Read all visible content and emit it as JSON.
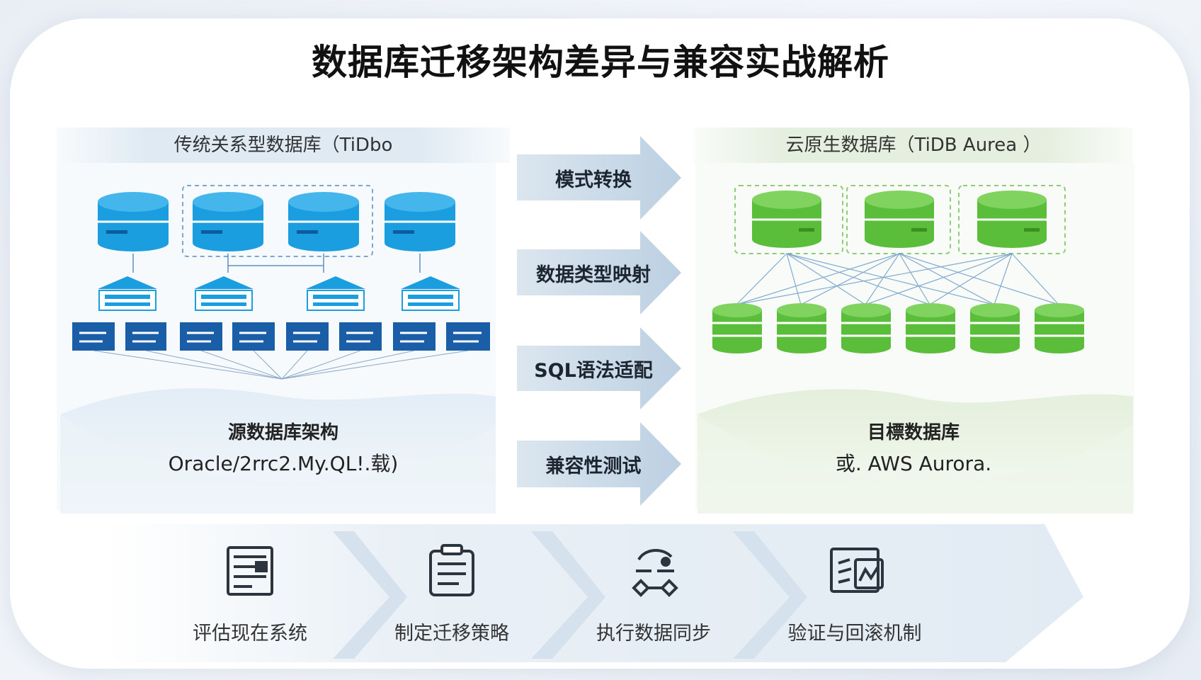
{
  "title": "数据库迁移架构差异与兼容实战解析",
  "source_panel": {
    "header": "传统关系型数据库（TiDbo",
    "caption_title": "源数据库架构",
    "caption_sub": "Oracle/2rrc2.My.QL!.载)"
  },
  "target_panel": {
    "header": "云原生数据库（TiDB Aurea ）",
    "caption_title": "目標数据库",
    "caption_sub": "或. AWS Aurora."
  },
  "migration_steps": [
    {
      "label": "模式转换"
    },
    {
      "label": "数据类型映射"
    },
    {
      "label": "SQL语法适配"
    },
    {
      "label": "兼容性测试"
    }
  ],
  "process": [
    {
      "label": "评估现在系统",
      "icon": "document-list-icon"
    },
    {
      "label": "制定迁移策略",
      "icon": "clipboard-icon"
    },
    {
      "label": "执行数据同步",
      "icon": "sync-network-icon"
    },
    {
      "label": "验证与回滚机制",
      "icon": "verify-chart-icon"
    }
  ],
  "colors": {
    "source_blue": "#1a9ee0",
    "source_dark_blue": "#1b5ea8",
    "target_green": "#5bbe3a",
    "arrow_blue": "#c9d9e7"
  }
}
